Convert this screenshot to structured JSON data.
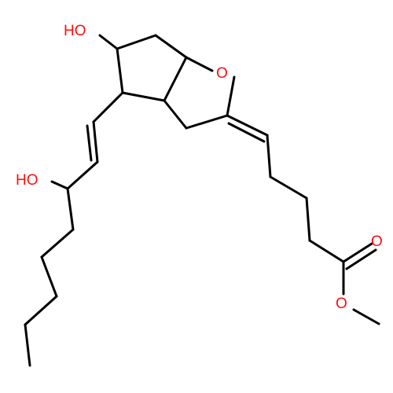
{
  "colors": {
    "carbon_bond": "#000000",
    "oxygen": "#ff0d0d",
    "background": "#ffffff"
  },
  "atom_labels": {
    "ring_hydroxyl": "HO",
    "ring_oxygen": "O",
    "side_chain_hydroxyl": "HO",
    "carbonyl_oxygen": "O",
    "ester_oxygen": "O"
  }
}
